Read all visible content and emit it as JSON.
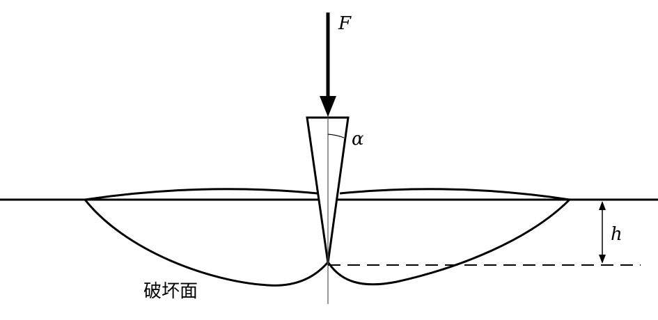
{
  "labels": {
    "force": "F",
    "angle": "α",
    "depth": "h",
    "failure_surface": "破坏面"
  },
  "colors": {
    "line": "#000000",
    "background": "#ffffff"
  }
}
